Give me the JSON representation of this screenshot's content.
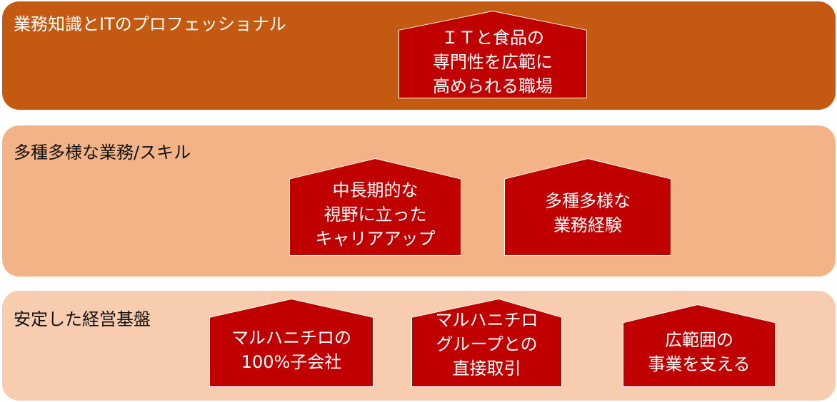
{
  "tiers": [
    {
      "title": "業務知識とITのプロフェッショナル",
      "houses": [
        "ＩＴと食品の\n専門性を広範に\n高められる職場"
      ]
    },
    {
      "title": "多種多様な業務/スキル",
      "houses": [
        "中長期的な\n視野に立った\nキャリアアップ",
        "多種多様な\n業務経験"
      ]
    },
    {
      "title": "安定した経営基盤",
      "houses": [
        "マルハニチロの\n100%子会社",
        "マルハニチロ\nグループとの\n直接取引",
        "広範囲の\n事業を支える"
      ]
    }
  ],
  "colors": {
    "tier1": "#c45a12",
    "tier2": "#f3b386",
    "tier3": "#f8ccaf",
    "house": "#c00000"
  }
}
